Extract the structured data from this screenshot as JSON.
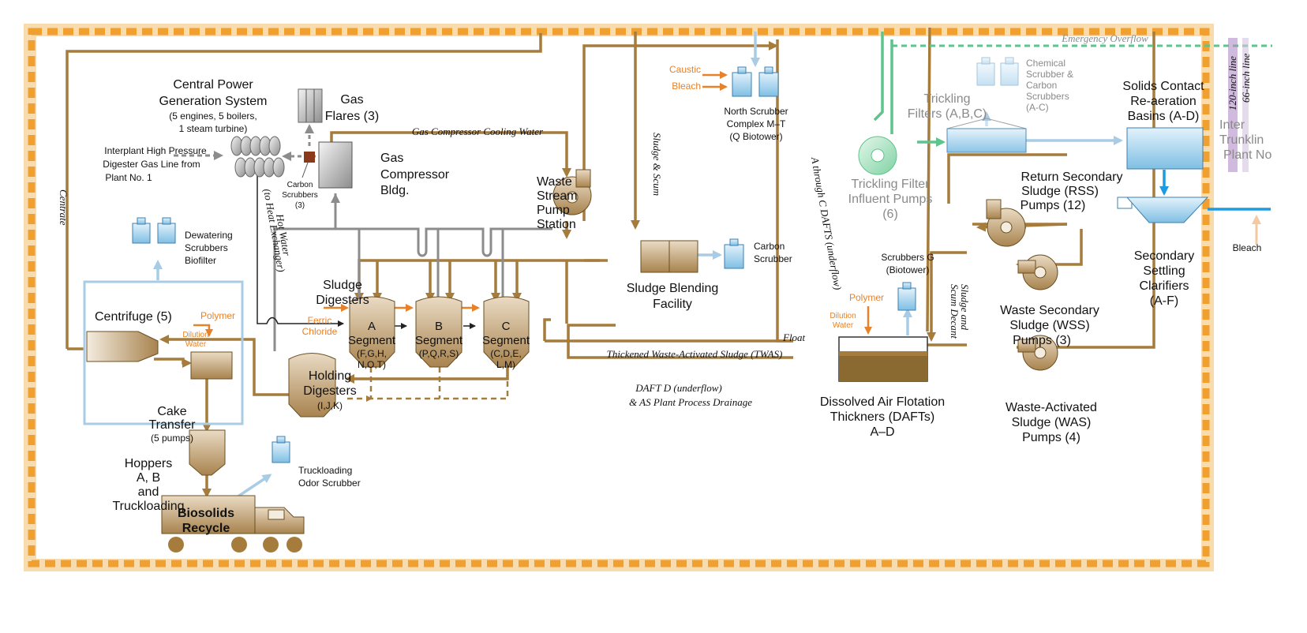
{
  "labels": {
    "central_power_1": "Central Power",
    "central_power_2": "Generation System",
    "central_power_3": "(5 engines, 5 boilers,",
    "central_power_4": "1 steam turbine)",
    "interplant_1": "Interplant High Pressure",
    "interplant_2": "Digester Gas Line from",
    "interplant_3": "Plant No. 1",
    "gas_flares_1": "Gas",
    "gas_flares_2": "Flares (3)",
    "carbon_scrubbers_small_1": "Carbon",
    "carbon_scrubbers_small_2": "Scrubbers",
    "carbon_scrubbers_small_3": "(3)",
    "gas_compressor_1": "Gas",
    "gas_compressor_2": "Compressor",
    "gas_compressor_3": "Bldg.",
    "gas_compressor_cooling": "Gas Compressor Cooling Water",
    "centrate": "Centrate",
    "hot_water": "Hot Water",
    "to_heat_exchanger": "(to Heat Exchanger)",
    "dewatering_1": "Dewatering",
    "dewatering_2": "Scrubbers",
    "dewatering_3": "Biofilter",
    "centrifuge": "Centrifuge (5)",
    "polymer": "Polymer",
    "dilution_1": "Dilution",
    "dilution_2": "Water",
    "cake_1": "Cake",
    "cake_2": "Transfer",
    "cake_3": "(5 pumps)",
    "hoppers_1": "Hoppers",
    "hoppers_2": "A, B",
    "hoppers_3": "and",
    "hoppers_4": "Truckloading",
    "truck_scrubber_1": "Truckloading",
    "truck_scrubber_2": "Odor Scrubber",
    "biosolids_1": "Biosolids",
    "biosolids_2": "Recycle",
    "sludge_digesters_1": "Sludge",
    "sludge_digesters_2": "Digesters",
    "ferric_1": "Ferric",
    "ferric_2": "Chloride",
    "seg_a_1": "A",
    "seg_a_2": "Segment",
    "seg_a_3": "(F,G,H,",
    "seg_a_4": "N,O,T)",
    "seg_b_1": "B",
    "seg_b_2": "Segment",
    "seg_b_3": "(P,Q,R,S)",
    "seg_c_1": "C",
    "seg_c_2": "Segment",
    "seg_c_3": "(C,D,E,",
    "seg_c_4": "L,M)",
    "holding_1": "Holding",
    "holding_2": "Digesters",
    "holding_3": "(I,J,K)",
    "waste_stream_1": "Waste",
    "waste_stream_2": "Stream",
    "waste_stream_3": "Pump",
    "waste_stream_4": "Station",
    "caustic": "Caustic",
    "bleach": "Bleach",
    "north_scrubber_1": "North Scrubber",
    "north_scrubber_2": "Complex M–T",
    "north_scrubber_3": "(Q Biotower)",
    "sludge_scum": "Sludge & Scum",
    "sludge_blending_1": "Sludge Blending",
    "sludge_blending_2": "Facility",
    "carbon_scrubber_1": "Carbon",
    "carbon_scrubber_2": "Scrubber",
    "dafts_underflow": "A through C DAFTS (underflow)",
    "float": "Float",
    "twas": "Thickened Waste-Activated Sludge (TWAS)",
    "daft_d_1": "DAFT D (underflow)",
    "daft_d_2": "& AS Plant Process Drainage",
    "scrubbers_g_1": "Scrubbers G",
    "scrubbers_g_2": "(Biotower)",
    "polymer2": "Polymer",
    "dilution2_1": "Dilution",
    "dilution2_2": "Water",
    "dissolved_1": "Dissolved Air Flotation",
    "dissolved_2": "Thickners (DAFTs)",
    "dissolved_3": "A–D",
    "sludge_scum_decant_1": "Sludge and",
    "sludge_scum_decant_2": "Scum Decant",
    "trickling_pumps_1": "Trickling Filter",
    "trickling_pumps_2": "Influent Pumps",
    "trickling_pumps_3": "(6)",
    "trickling_filters_1": "Trickling",
    "trickling_filters_2": "Filters (A,B,C)",
    "chem_scrubber_1": "Chemical",
    "chem_scrubber_2": "Scrubber &",
    "chem_scrubber_3": "Carbon",
    "chem_scrubber_4": "Scrubbers",
    "chem_scrubber_5": "(A-C)",
    "solids_contact_1": "Solids Contact",
    "solids_contact_2": "Re-aeration",
    "solids_contact_3": "Basins (A-D)",
    "emergency_overflow": "Emergency Overflow",
    "rss_1": "Return Secondary",
    "rss_2": "Sludge (RSS)",
    "rss_3": "Pumps (12)",
    "secondary_1": "Secondary",
    "secondary_2": "Settling",
    "secondary_3": "Clarifiers",
    "secondary_4": "(A-F)",
    "bleach2": "Bleach",
    "wss_1": "Waste Secondary",
    "wss_2": "Sludge (WSS)",
    "wss_3": "Pumps (3)",
    "was_1": "Waste-Activated",
    "was_2": "Sludge (WAS)",
    "was_3": "Pumps (4)",
    "inter_1": "Inter",
    "inter_2": "Trunklin",
    "inter_3": "Plant No",
    "line_120": "120-inch line",
    "line_66": "66-inch line"
  },
  "colors": {
    "border_orange": "#f0a030",
    "sludge_brown": "#a67c3d",
    "air_blue": "#a8cce6",
    "chem_orange": "#e8822a",
    "water_green": "#5ec48c",
    "gas_gray": "#8c8c8c"
  }
}
